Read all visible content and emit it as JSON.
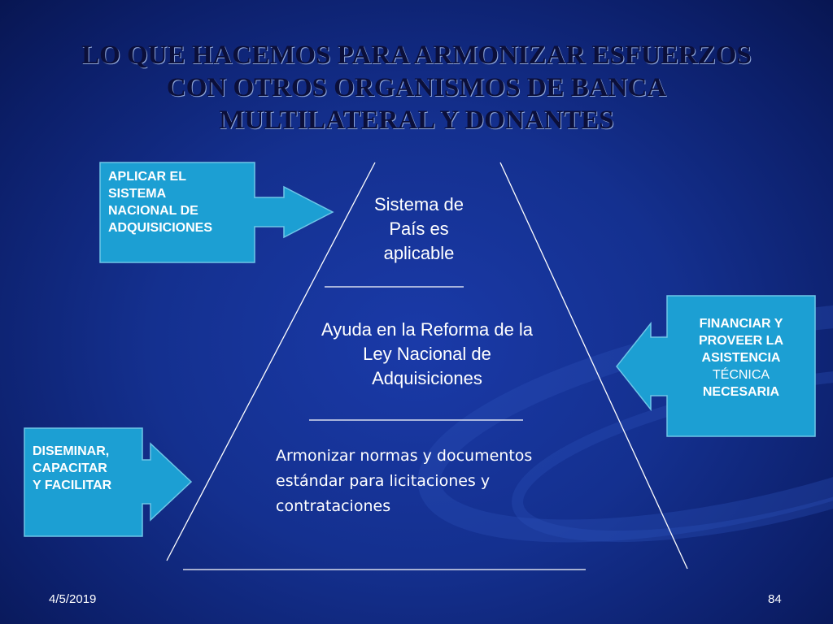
{
  "slide": {
    "title_lines": [
      "LO QUE HACEMOS PARA ARMONIZAR ESFUERZOS",
      "CON OTROS ORGANISMOS DE BANCA",
      "MULTILATERAL Y DONANTES"
    ],
    "date": "4/5/2019",
    "page_number": "84"
  },
  "pyramid": {
    "levels": [
      {
        "lines": [
          "Sistema de",
          "País es",
          "aplicable"
        ]
      },
      {
        "lines": [
          "Ayuda en la Reforma de la",
          "Ley Nacional de",
          "Adquisiciones"
        ]
      },
      {
        "lines": [
          "Armonizar normas y documentos",
          "estándar para licitaciones y",
          "contrataciones"
        ]
      }
    ]
  },
  "callouts": {
    "top_left": {
      "lines": [
        "APLICAR EL",
        "SISTEMA",
        "NACIONAL DE",
        "ADQUISICIONES"
      ]
    },
    "right": {
      "lines": [
        "FINANCIAR Y",
        "PROVEER LA",
        "ASISTENCIA",
        "TÉCNICA",
        "NECESARIA"
      ]
    },
    "bottom_left": {
      "lines": [
        "DISEMINAR,",
        "CAPACITAR",
        "Y FACILITAR"
      ]
    }
  },
  "colors": {
    "callout_fill": "#1c9fd3",
    "callout_border": "#6ec6e8",
    "title_text": "#0b0f3a",
    "line": "#ffffff"
  }
}
